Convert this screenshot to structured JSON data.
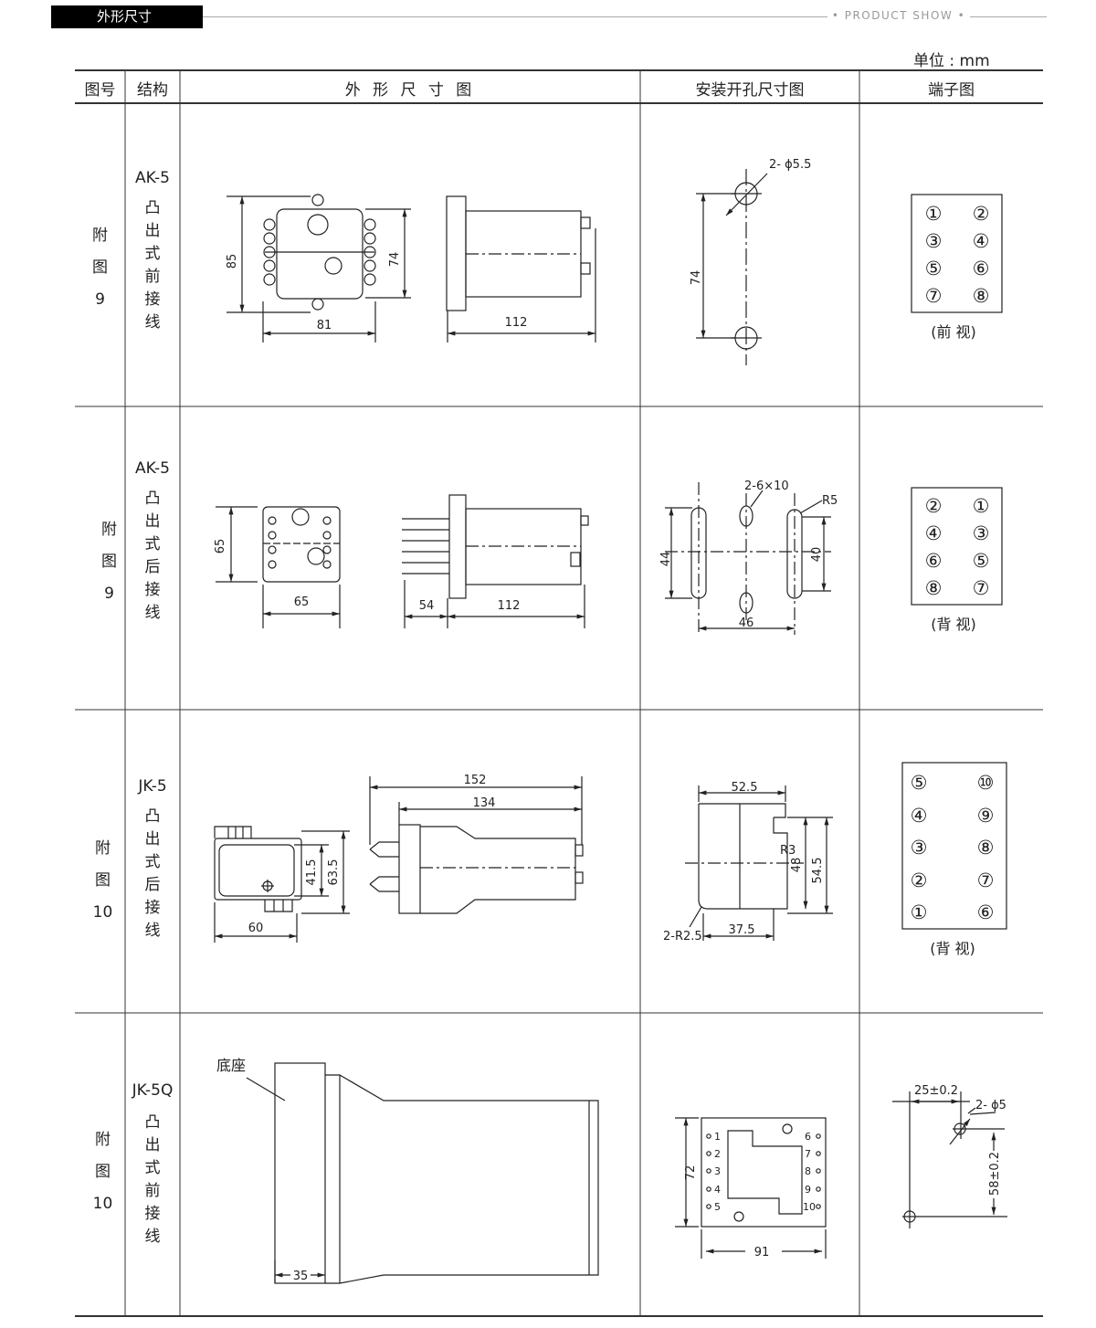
{
  "header": {
    "section_title": "外形尺寸",
    "product_show": "• PRODUCT SHOW •",
    "unit": "单位 : mm"
  },
  "columns": [
    "图号",
    "结构",
    "外 形 尺 寸 图",
    "安装开孔尺寸图",
    "端子图"
  ],
  "rows": [
    {
      "figure": [
        "附",
        "图",
        "9"
      ],
      "model": "AK-5",
      "structure": [
        "凸",
        "出",
        "式",
        "前",
        "接",
        "线"
      ],
      "outline_dims": [
        "85",
        "74",
        "81",
        "112"
      ],
      "mount_dims": [
        "2- ϕ5.5",
        "74"
      ],
      "terminals": [
        "①",
        "②",
        "③",
        "④",
        "⑤",
        "⑥",
        "⑦",
        "⑧"
      ],
      "view": "(前 视)"
    },
    {
      "figure": [
        "附",
        "图",
        "9"
      ],
      "model": "AK-5",
      "structure": [
        "凸",
        "出",
        "式",
        "后",
        "接",
        "线"
      ],
      "outline_dims": [
        "65",
        "65",
        "54",
        "112"
      ],
      "mount_dims": [
        "2-6×10",
        "R5",
        "44",
        "40",
        "46"
      ],
      "terminals": [
        "②",
        "①",
        "④",
        "③",
        "⑥",
        "⑤",
        "⑧",
        "⑦"
      ],
      "view": "(背 视)"
    },
    {
      "figure": [
        "附",
        "图",
        "10"
      ],
      "model": "JK-5",
      "structure": [
        "凸",
        "出",
        "式",
        "后",
        "接",
        "线"
      ],
      "outline_dims": [
        "152",
        "134",
        "41.5",
        "63.5",
        "60"
      ],
      "mount_dims": [
        "52.5",
        "R3",
        "48",
        "54.5",
        "2-R2.5",
        "37.5"
      ],
      "terminals": [
        "⑤",
        "⑩",
        "④",
        "⑨",
        "③",
        "⑧",
        "②",
        "⑦",
        "①",
        "⑥"
      ],
      "view": "(背 视)"
    },
    {
      "figure": [
        "附",
        "图",
        "10"
      ],
      "model": "JK-5Q",
      "structure": [
        "凸",
        "出",
        "式",
        "前",
        "接",
        "线"
      ],
      "outline_label": "底座",
      "outline_dims": [
        "35"
      ],
      "mount_dims": [
        "72",
        "91"
      ],
      "mount_pins": [
        "1",
        "2",
        "3",
        "4",
        "5",
        "6",
        "7",
        "8",
        "9",
        "10"
      ],
      "terminal_dims": [
        "25±0.2",
        "2- ϕ5",
        "58±0.2"
      ]
    }
  ]
}
